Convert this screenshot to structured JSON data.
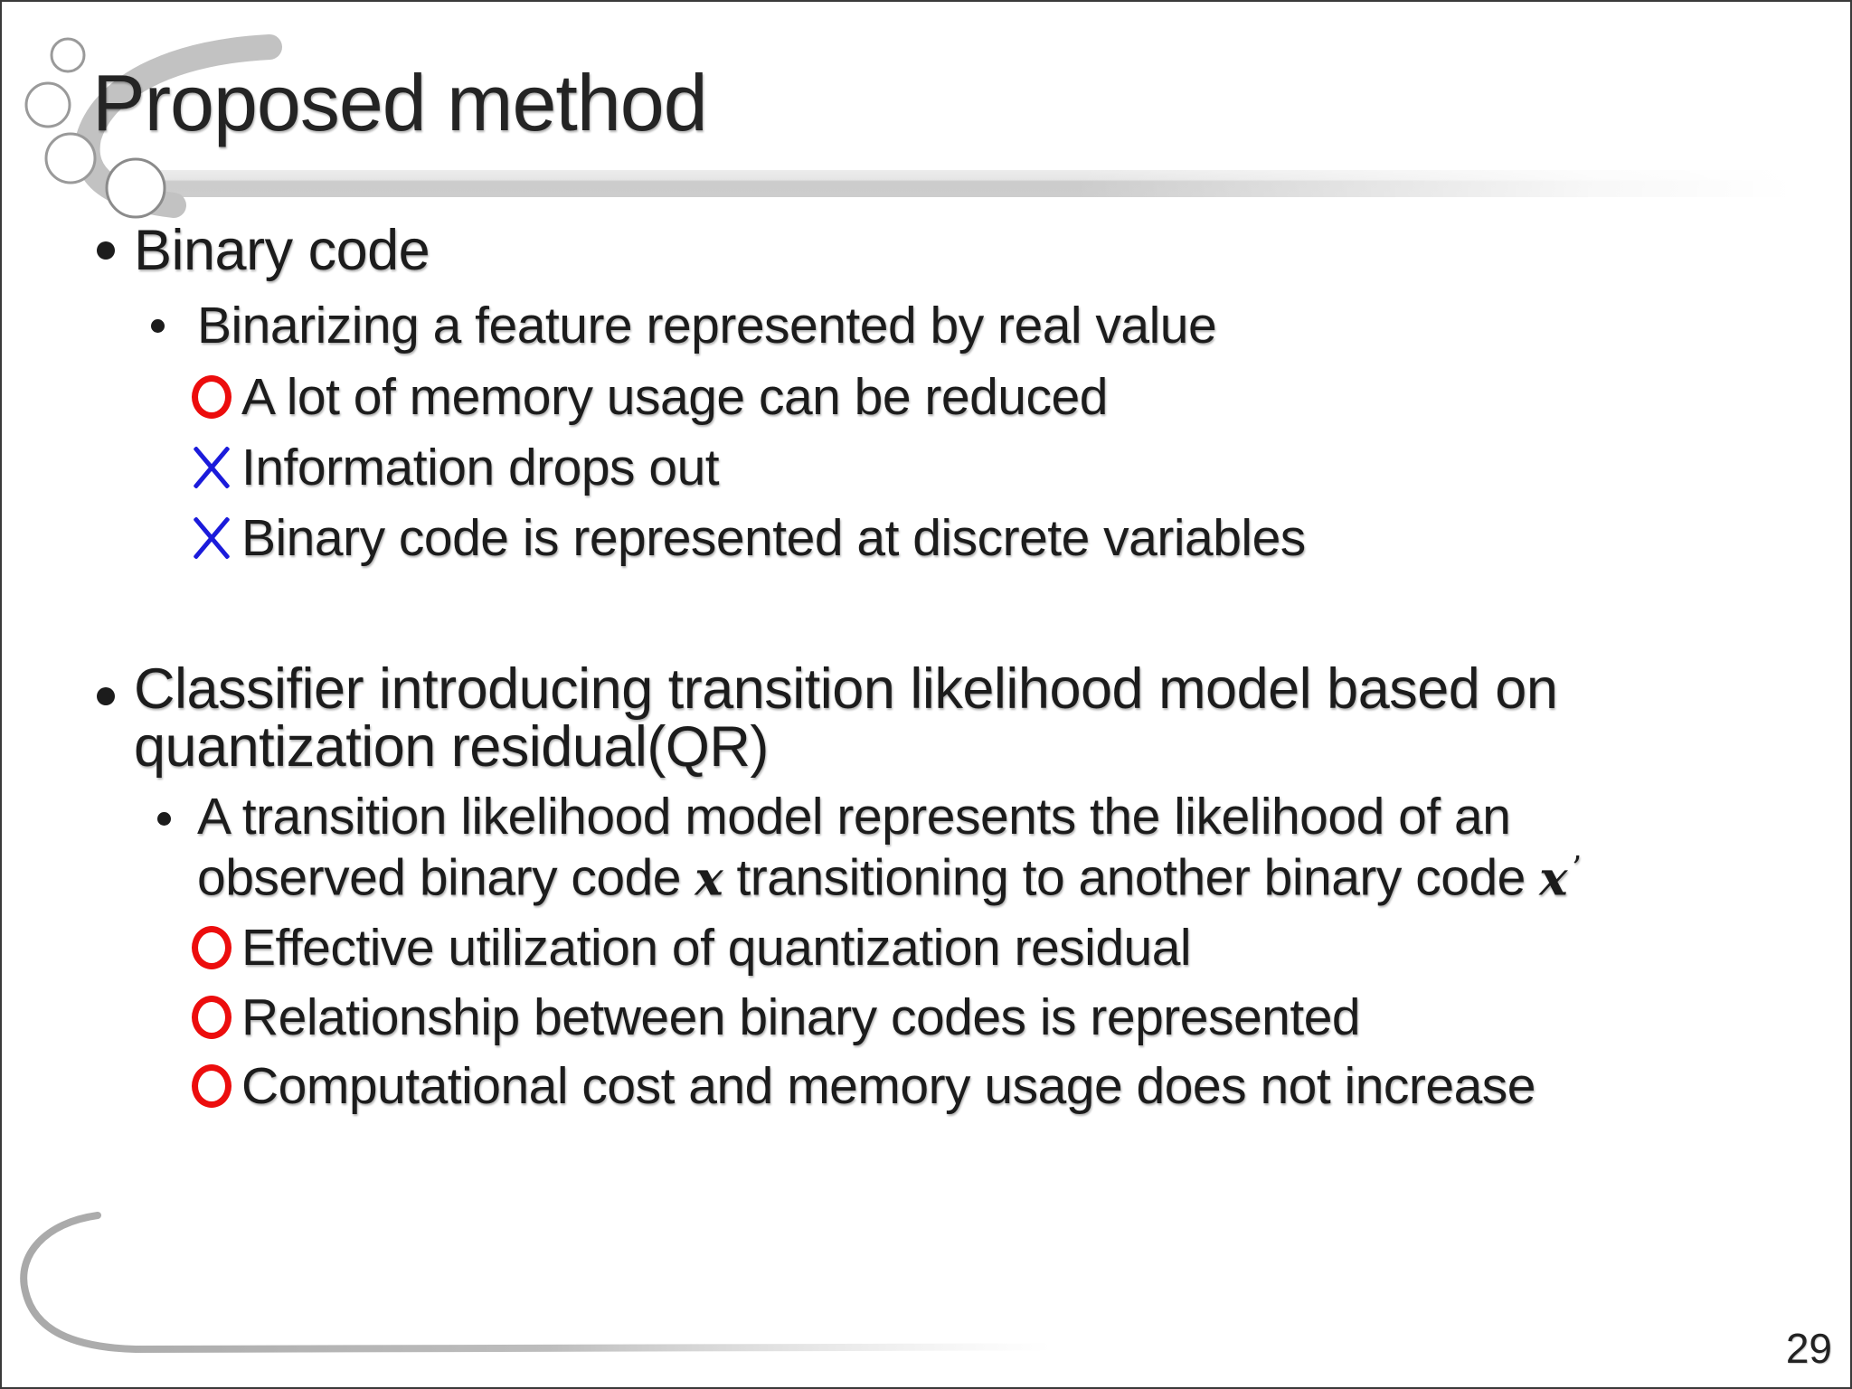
{
  "slide": {
    "title": "Proposed method",
    "page_number": "29",
    "colors": {
      "text": "#1c1c1c",
      "positive_marker_red": "#ec0d0d",
      "negative_marker_blue": "#1b1bdb",
      "decoration_gray": "#c2c2c2"
    },
    "section1": {
      "heading": "Binary code",
      "subheading": "Binarizing a feature represented by real value",
      "points": [
        {
          "marker": "circle",
          "text": "A lot of memory usage can be reduced"
        },
        {
          "marker": "cross",
          "text": "Information drops out"
        },
        {
          "marker": "cross",
          "text": "Binary code is represented at discrete variables"
        }
      ]
    },
    "section2": {
      "heading_line1": "Classifier introducing transition likelihood model based on",
      "heading_line2": "quantization residual(QR)",
      "subheading_line1": "A transition likelihood model represents the likelihood of an",
      "subheading_line2": {
        "p0": "observed binary code ",
        "math1": "x",
        "p1": " transitioning to another binary code ",
        "math2": "x",
        "prime": "’"
      },
      "points": [
        {
          "marker": "circle",
          "text": "Effective utilization of quantization residual"
        },
        {
          "marker": "circle",
          "text": "Relationship between binary codes is represented"
        },
        {
          "marker": "circle",
          "text": "Computational cost and memory usage does not increase"
        }
      ]
    }
  }
}
